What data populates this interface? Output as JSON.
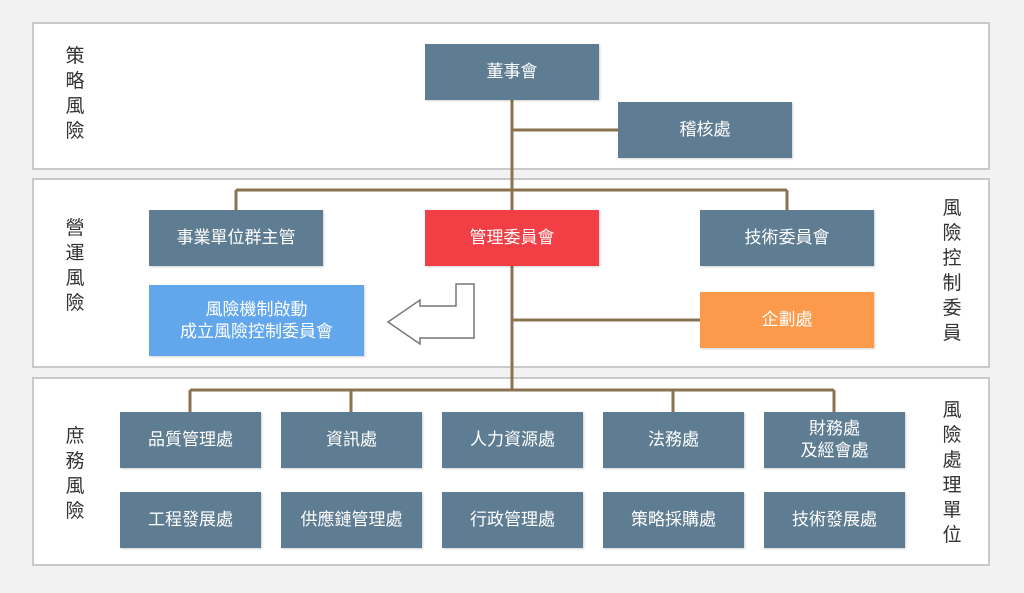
{
  "colors": {
    "box": "#5f7d92",
    "highlight_red": "#f23f46",
    "highlight_orange": "#fb9a4b",
    "highlight_blue": "#62a6ec",
    "connector": "#8a7350"
  },
  "side_labels": {
    "strategic_risk": [
      "策",
      "略",
      "風",
      "險"
    ],
    "operational_risk": [
      "營",
      "運",
      "風",
      "險"
    ],
    "routine_risk": [
      "庶",
      "務",
      "風",
      "險"
    ],
    "risk_control_committee": [
      "風",
      "險",
      "控",
      "制",
      "委",
      "員"
    ],
    "risk_handling_units": [
      "風",
      "險",
      "處",
      "理",
      "單",
      "位"
    ]
  },
  "nodes": {
    "board": "董事會",
    "audit": "稽核處",
    "business_unit_heads": "事業單位群主管",
    "management_committee": "管理委員會",
    "technical_committee": "技術委員會",
    "risk_mechanism": "風險機制啟動\n成立風險控制委員會",
    "planning": "企劃處",
    "quality": "品質管理處",
    "it": "資訊處",
    "hr": "人力資源處",
    "legal": "法務處",
    "finance": "財務處\n及經會處",
    "engineering": "工程發展處",
    "supply_chain": "供應鏈管理處",
    "admin": "行政管理處",
    "strategic_procurement": "策略採購處",
    "tech_development": "技術發展處"
  }
}
